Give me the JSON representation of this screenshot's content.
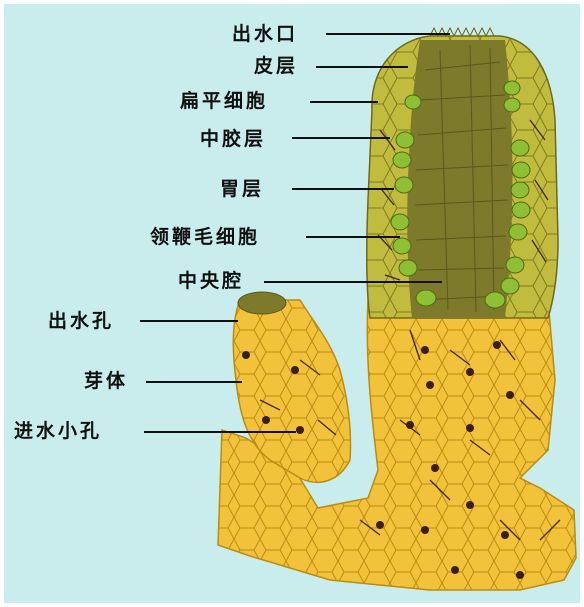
{
  "diagram": {
    "labels": {
      "osculum": "出水口",
      "epidermis": "皮层",
      "pinacocyte": "扁平细胞",
      "mesohyl": "中胶层",
      "gastral_layer": "胃层",
      "choanocyte": "领鞭毛细胞",
      "spongocoel": "中央腔",
      "bud_osculum": "出水孔",
      "bud": "芽体",
      "ostia": "进水小孔"
    },
    "colors": {
      "background": "#c9ecec",
      "cutaway_wall": "#c2bc3e",
      "central_cavity": "#7e7a2c",
      "body_yellow": "#f2c23a",
      "cell_outline": "#b58a10",
      "choanocyte_green": "#8fbf34",
      "spicule": "#4a2a18",
      "dot": "#3a1f14"
    }
  }
}
